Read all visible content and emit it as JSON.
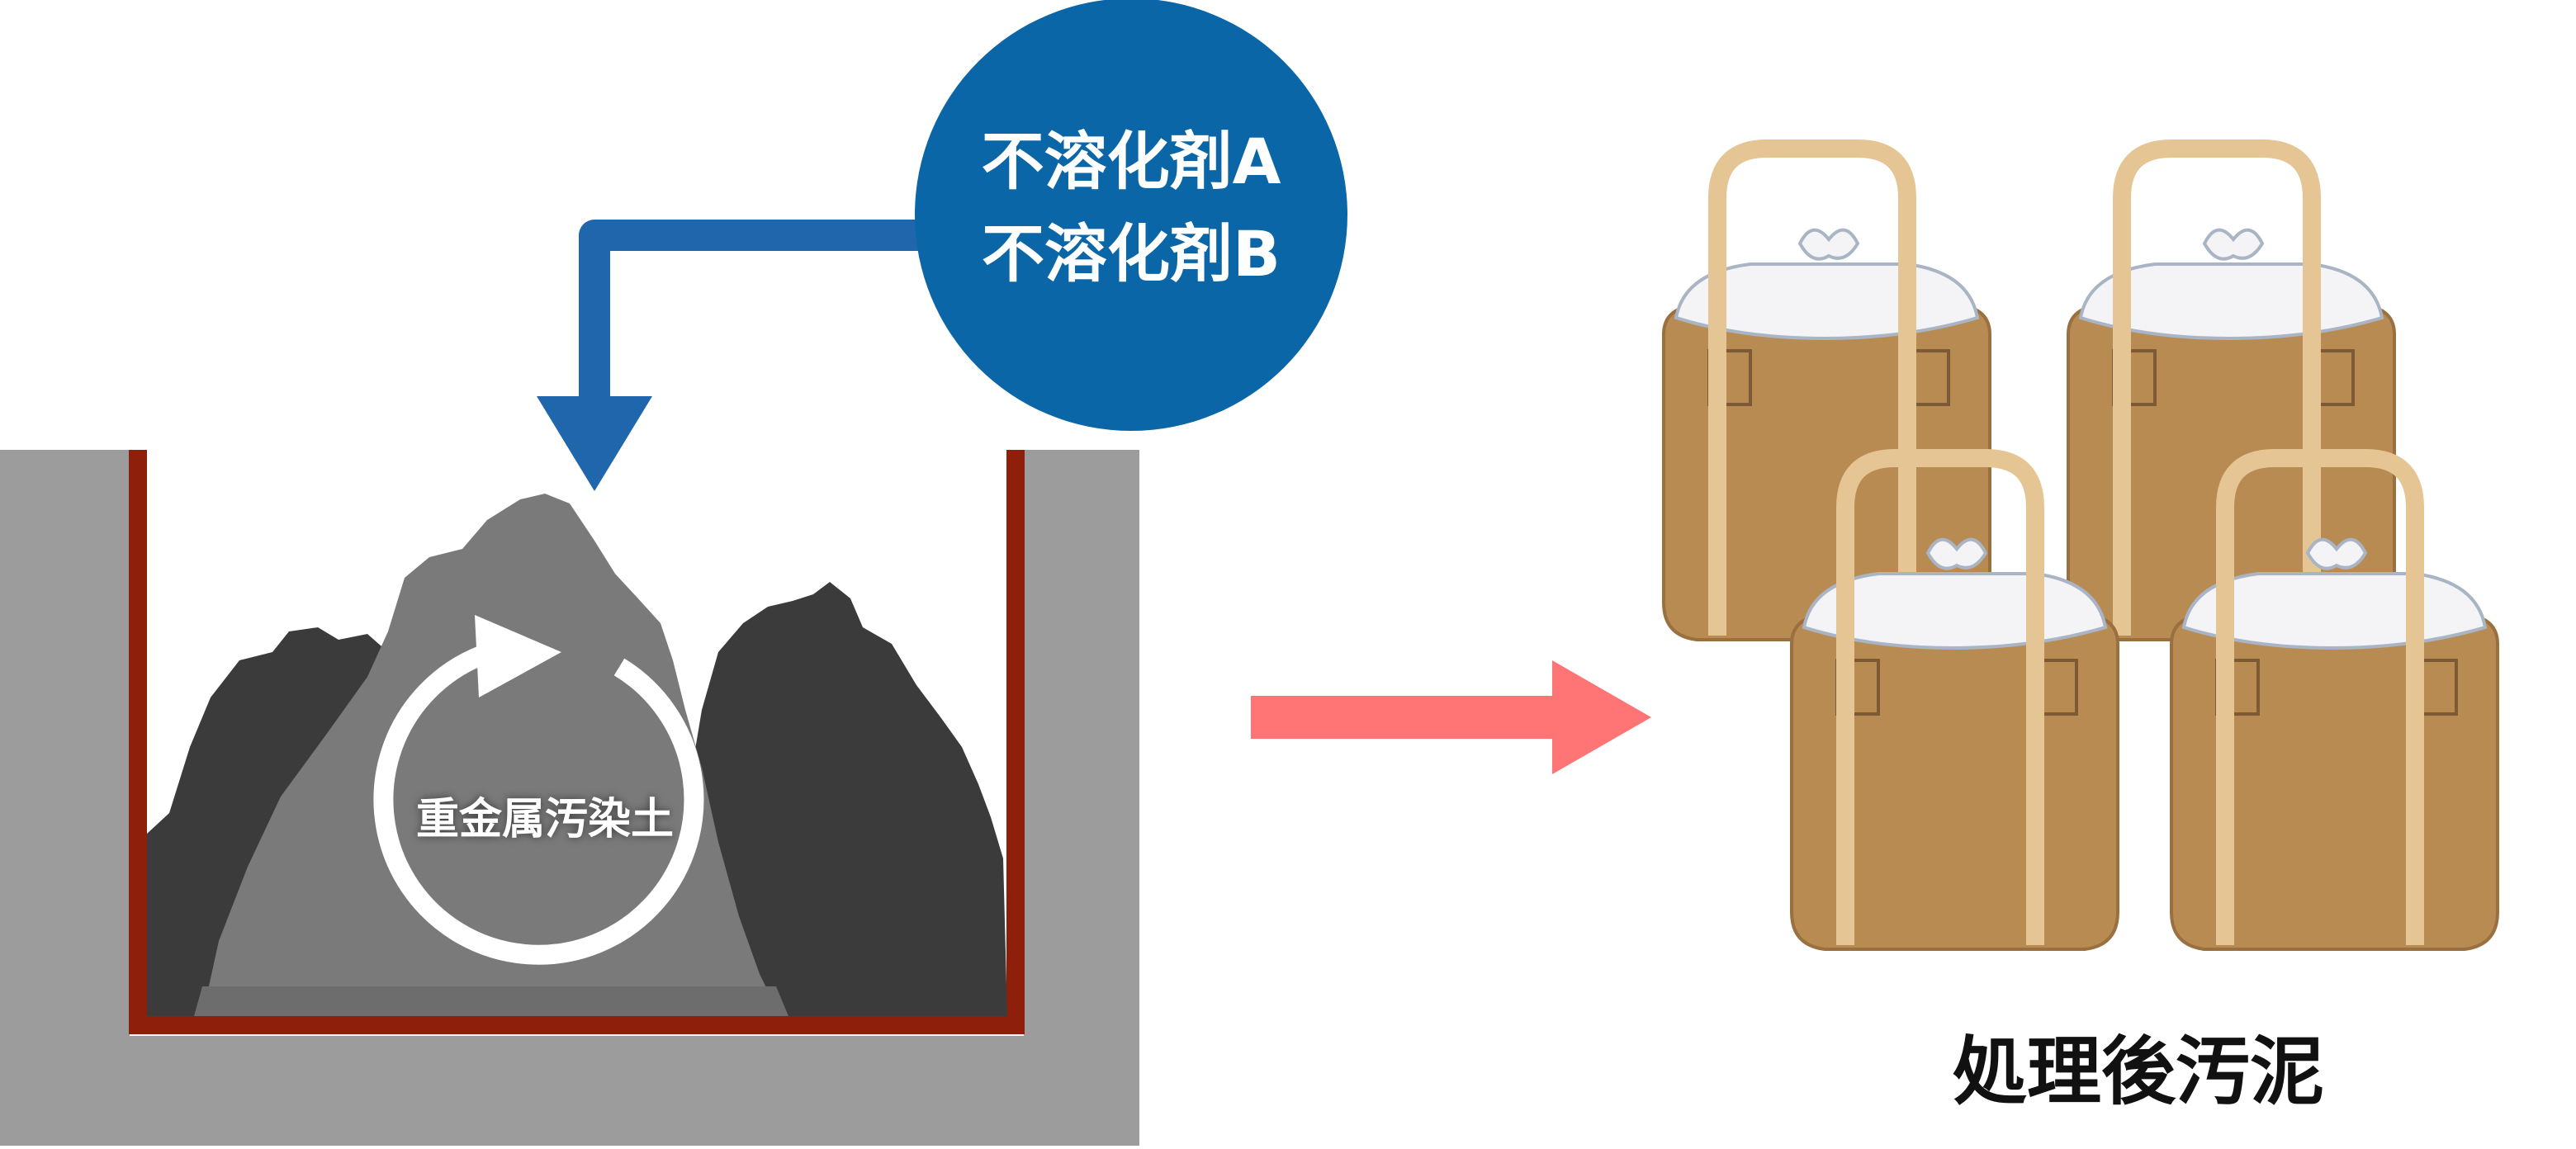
{
  "agent": {
    "line1": "不溶化剤A",
    "line2": "不溶化剤B"
  },
  "soil_label": "重金属汚染土",
  "result_label": "処理後汚泥",
  "colors": {
    "agent_circle": "#0b66a8",
    "agent_arrow": "#1f66ad",
    "pit_wall": "#9c9c9c",
    "pit_liner": "#8e1f0a",
    "soil_dark": "#3b3b3b",
    "soil_mid": "#7a7a7a",
    "mixing_arrow": "#ffffff",
    "process_arrow": "#ff7474",
    "bag_body": "#b88b52",
    "bag_handle": "#e6c594",
    "bag_top": "#f4f4f6"
  },
  "icons": {
    "agent_feed": "down-elbow-arrow",
    "mixing": "circular-arrow",
    "process": "right-arrow",
    "bags": "bulk-bag"
  }
}
